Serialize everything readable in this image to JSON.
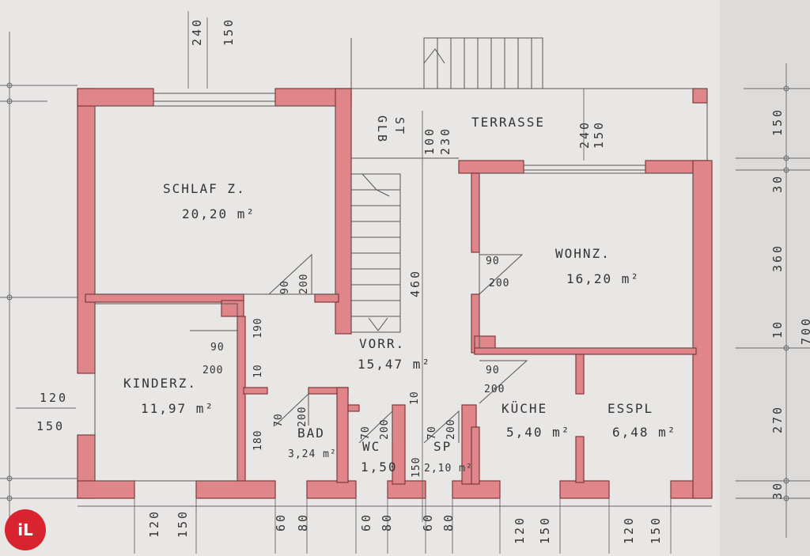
{
  "rooms": {
    "schlafz": {
      "name": "SCHLAF Z.",
      "area": "20,20 m²"
    },
    "wohnz": {
      "name": "WOHNZ.",
      "area": "16,20 m²"
    },
    "kinderz": {
      "name": "KINDERZ.",
      "area": "11,97 m²"
    },
    "vorr": {
      "name": "VORR.",
      "area": "15,47 m²"
    },
    "bad": {
      "name": "BAD",
      "area": "3,24 m²"
    },
    "wc": {
      "name": "WC",
      "area": "1,50"
    },
    "sp": {
      "name": "SP",
      "area": "2,10 m²"
    },
    "kuche": {
      "name": "KÜCHE",
      "area": "5,40 m²"
    },
    "esspl": {
      "name": "ESSPL",
      "area": "6,48 m²"
    },
    "terrasse": {
      "name": "TERRASSE"
    }
  },
  "labels": {
    "glb": "GLB",
    "st": "ST",
    "top_dim_a": "240",
    "top_dim_b": "150",
    "terr_dim_a": "240",
    "terr_dim_b": "150",
    "stair_dim_a": "100",
    "stair_dim_b": "230",
    "stair_len": "460",
    "door_s_a": "90",
    "door_s_b": "200",
    "door_w_a": "90",
    "door_w_b": "200",
    "door_k_a": "90",
    "door_k_b": "200",
    "door_kue_a": "90",
    "door_kue_b": "200",
    "bad_door_a": "70",
    "bad_door_b": "200",
    "wc_door_a": "70",
    "wc_door_b": "200",
    "sp_door_a": "70",
    "sp_door_b": "200",
    "dim_190": "190",
    "dim_10": "10",
    "dim_10b": "10",
    "dim_180": "180",
    "dim_150_wc": "150",
    "left_120": "120",
    "left_150": "150",
    "bottom": [
      "120",
      "150",
      "60",
      "80",
      "60",
      "80",
      "60",
      "80",
      "120",
      "150",
      "120",
      "150"
    ],
    "right": [
      "150",
      "30",
      "360",
      "10",
      "270",
      "30"
    ],
    "right_total": "700"
  },
  "logo": {
    "text": "iL",
    "color": "#d9232e"
  }
}
